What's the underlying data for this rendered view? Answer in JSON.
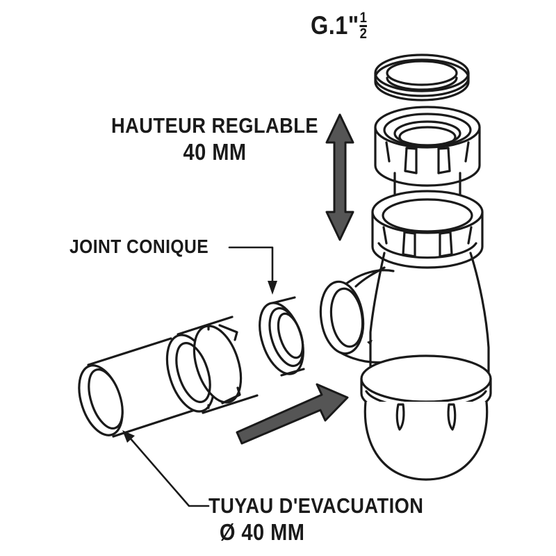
{
  "diagram": {
    "title": "Exploded assembly diagram of a bottle trap (siphon) with adjustable height",
    "background_color": "#ffffff",
    "line_color": "#1a1a1a",
    "arrow_fill_color": "#555555",
    "labels": {
      "top_thread": {
        "prefix": "G.1\"",
        "numerator": "1",
        "denominator": "2"
      },
      "height_adjust": {
        "line1": "HAUTEUR REGLABLE",
        "line2": "40 MM"
      },
      "conical_gasket": {
        "line1": "JOINT CONIQUE"
      },
      "waste_pipe": {
        "line1": "TUYAU D'EVACUATION",
        "symbol": "Ø",
        "line2": "40 MM"
      }
    },
    "parts": [
      {
        "name": "flat-sealing-washer",
        "label": "G.1\" 1/2 washer"
      },
      {
        "name": "upper-hex-nut",
        "label": "Upper coupling nut"
      },
      {
        "name": "riser-tube",
        "label": "Adjustable riser tube"
      },
      {
        "name": "lower-hex-nut",
        "label": "Lower coupling nut"
      },
      {
        "name": "trap-body",
        "label": "Trap body with side outlet"
      },
      {
        "name": "side-outlet-socket",
        "label": "Horizontal outlet socket"
      },
      {
        "name": "sump-bowl",
        "label": "Removable sump bowl"
      },
      {
        "name": "waste-pipe",
        "label": "Waste pipe 40 mm"
      },
      {
        "name": "pipe-hex-nut",
        "label": "Pipe coupling nut"
      },
      {
        "name": "conical-gasket",
        "label": "Conical gasket ring"
      }
    ],
    "arrows": {
      "height_double_arrow": "vertical double-headed arrow",
      "assembly_arrow": "diagonal assembly direction arrow"
    }
  }
}
